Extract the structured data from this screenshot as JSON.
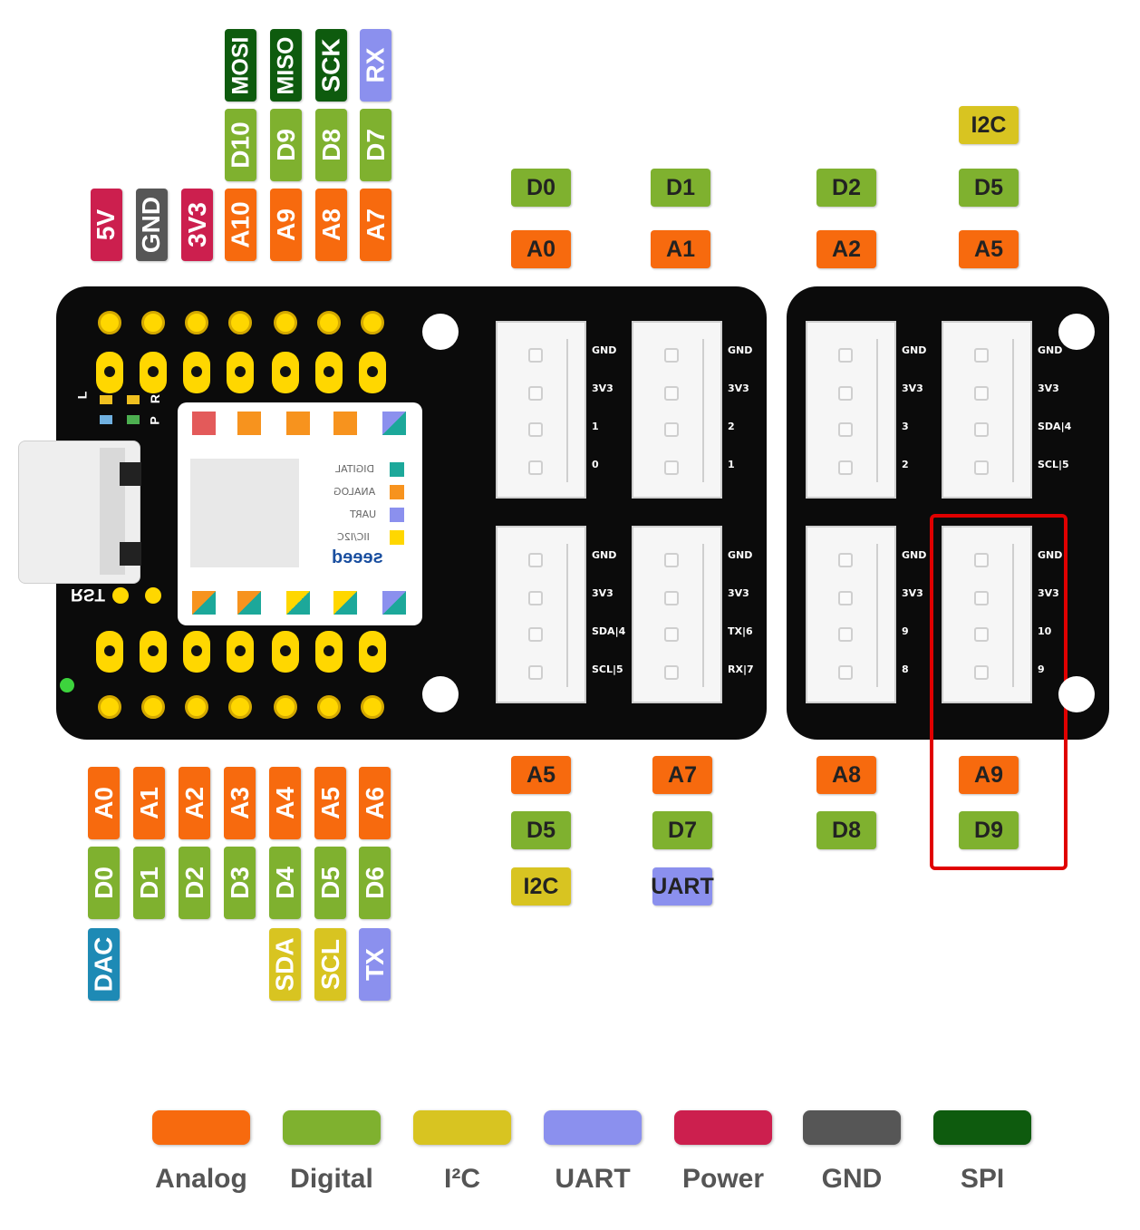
{
  "colors": {
    "analog": "#f76a0e",
    "digital": "#7fb12f",
    "i2c": "#d8c421",
    "uart": "#8b90ee",
    "power": "#cc1f4e",
    "gnd": "#565656",
    "spi": "#0e5b0e",
    "dac": "#1e8ab5",
    "highlight": "#e00000"
  },
  "xiao_top_pins": [
    {
      "rows": [
        "5V"
      ],
      "types": [
        "power"
      ]
    },
    {
      "rows": [
        "GND"
      ],
      "types": [
        "gnd"
      ]
    },
    {
      "rows": [
        "3V3"
      ],
      "types": [
        "power"
      ]
    },
    {
      "rows": [
        "A10",
        "D10",
        "MOSI"
      ],
      "types": [
        "analog",
        "digital",
        "spi"
      ]
    },
    {
      "rows": [
        "A9",
        "D9",
        "MISO"
      ],
      "types": [
        "analog",
        "digital",
        "spi"
      ]
    },
    {
      "rows": [
        "A8",
        "D8",
        "SCK"
      ],
      "types": [
        "analog",
        "digital",
        "spi"
      ]
    },
    {
      "rows": [
        "A7",
        "D7",
        "RX"
      ],
      "types": [
        "analog",
        "digital",
        "uart"
      ]
    }
  ],
  "xiao_bottom_pins": [
    {
      "rows": [
        "A0",
        "D0",
        "DAC"
      ],
      "types": [
        "analog",
        "digital",
        "dac"
      ]
    },
    {
      "rows": [
        "A1",
        "D1"
      ],
      "types": [
        "analog",
        "digital"
      ]
    },
    {
      "rows": [
        "A2",
        "D2"
      ],
      "types": [
        "analog",
        "digital"
      ]
    },
    {
      "rows": [
        "A3",
        "D3"
      ],
      "types": [
        "analog",
        "digital"
      ]
    },
    {
      "rows": [
        "A4",
        "D4",
        "SDA"
      ],
      "types": [
        "analog",
        "digital",
        "i2c"
      ]
    },
    {
      "rows": [
        "A5",
        "D5",
        "SCL"
      ],
      "types": [
        "analog",
        "digital",
        "i2c"
      ]
    },
    {
      "rows": [
        "A6",
        "D6",
        "TX"
      ],
      "types": [
        "analog",
        "digital",
        "uart"
      ]
    }
  ],
  "grove_top_labels": [
    {
      "rows": [
        "A0",
        "D0"
      ],
      "types": [
        "analog",
        "digital"
      ]
    },
    {
      "rows": [
        "A1",
        "D1"
      ],
      "types": [
        "analog",
        "digital"
      ]
    },
    {
      "rows": [
        "A2",
        "D2"
      ],
      "types": [
        "analog",
        "digital"
      ]
    },
    {
      "rows": [
        "A5",
        "D5",
        "I2C"
      ],
      "types": [
        "analog",
        "digital",
        "i2c"
      ]
    }
  ],
  "grove_bottom_labels": [
    {
      "rows": [
        "A5",
        "D5",
        "I2C"
      ],
      "types": [
        "analog",
        "digital",
        "i2c"
      ]
    },
    {
      "rows": [
        "A7",
        "D7",
        "UART"
      ],
      "types": [
        "analog",
        "digital",
        "uart"
      ]
    },
    {
      "rows": [
        "A8",
        "D8"
      ],
      "types": [
        "analog",
        "digital"
      ]
    },
    {
      "rows": [
        "A9",
        "D9"
      ],
      "types": [
        "analog",
        "digital"
      ]
    }
  ],
  "grove_connectors_top": [
    [
      "GND",
      "3V3",
      "1",
      "0"
    ],
    [
      "GND",
      "3V3",
      "2",
      "1"
    ],
    [
      "GND",
      "3V3",
      "3",
      "2"
    ],
    [
      "GND",
      "3V3",
      "SDA|4",
      "SCL|5"
    ]
  ],
  "grove_connectors_bottom": [
    [
      "GND",
      "3V3",
      "SDA|4",
      "SCL|5"
    ],
    [
      "GND",
      "3V3",
      "TX|6",
      "RX|7"
    ],
    [
      "GND",
      "3V3",
      "9",
      "8"
    ],
    [
      "GND",
      "3V3",
      "10",
      "9"
    ]
  ],
  "board_text": {
    "rst": "RST",
    "led_l": "L",
    "led_r": "R",
    "led_p": "P",
    "brand": "seeed",
    "module_legend": [
      "DIGITAL",
      "ANALOG",
      "UART",
      "IIC/I2C"
    ]
  },
  "legend": [
    {
      "label": "Analog",
      "color": "#f76a0e"
    },
    {
      "label": "Digital",
      "color": "#7fb12f"
    },
    {
      "label": "I²C",
      "color": "#d8c421"
    },
    {
      "label": "UART",
      "color": "#8b90ee"
    },
    {
      "label": "Power",
      "color": "#cc1f4e"
    },
    {
      "label": "GND",
      "color": "#565656"
    },
    {
      "label": "SPI",
      "color": "#0e5b0e"
    }
  ]
}
